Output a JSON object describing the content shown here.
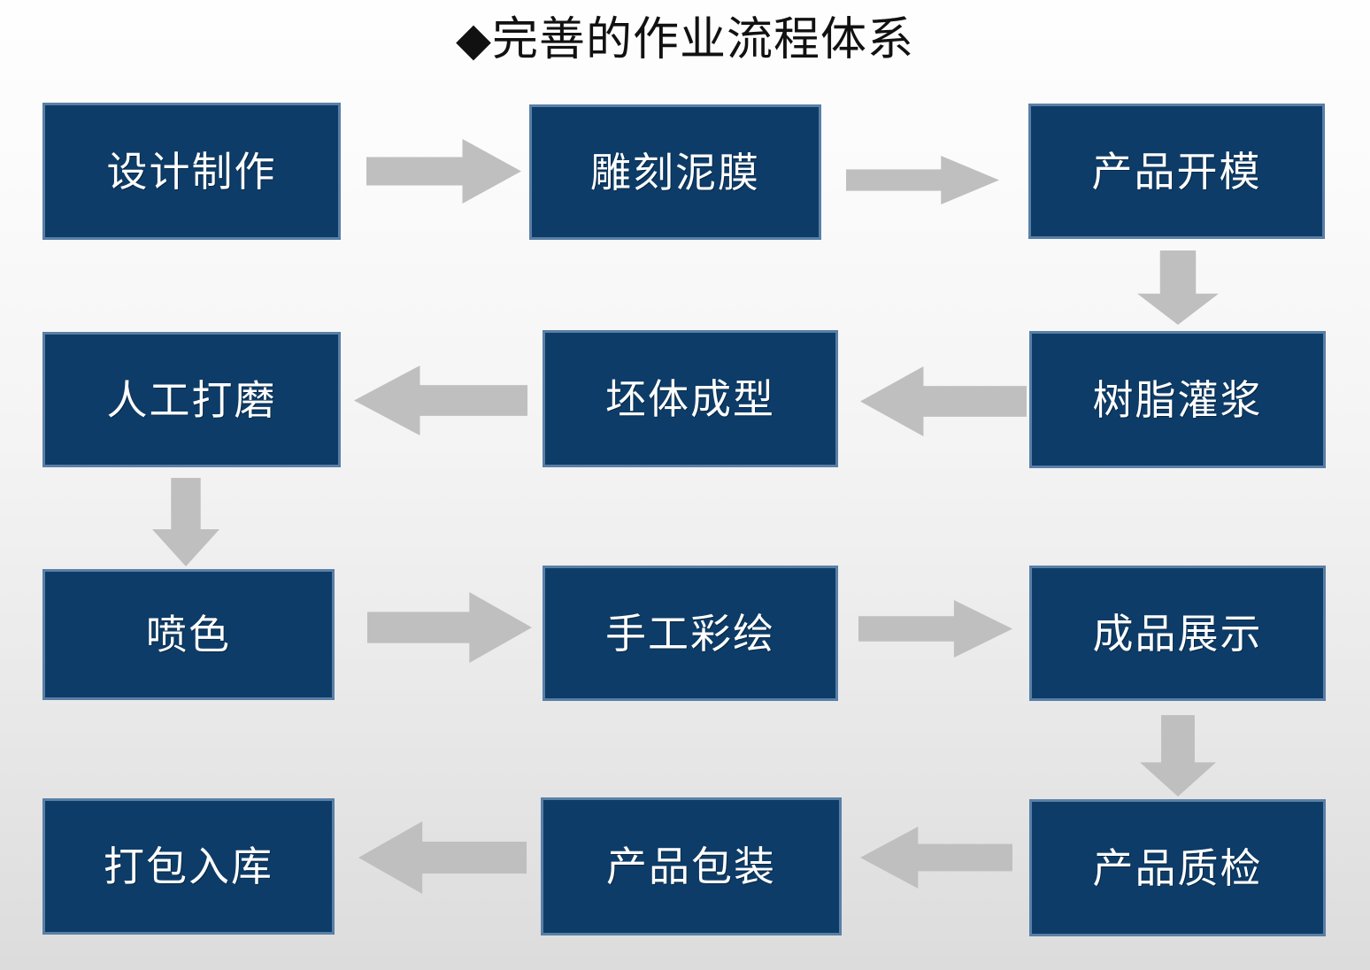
{
  "slide": {
    "title": "◆完善的作业流程体系",
    "title_bullet": "◆",
    "background_top_color": "#fefefe",
    "background_bottom_color": "#dcdcdc"
  },
  "theme": {
    "node_fill": "#0d3c68",
    "node_border": "#5a7fa6",
    "node_text": "#ffffff",
    "arrow_fill": "#bfbfbf",
    "title_color": "#111111"
  },
  "flow": {
    "nodes": [
      {
        "id": "n1",
        "label": "设计制作",
        "row": 1,
        "col": 1
      },
      {
        "id": "n2",
        "label": "雕刻泥膜",
        "row": 1,
        "col": 2
      },
      {
        "id": "n3",
        "label": "产品开模",
        "row": 1,
        "col": 3
      },
      {
        "id": "n4",
        "label": "人工打磨",
        "row": 2,
        "col": 1
      },
      {
        "id": "n5",
        "label": "坯体成型",
        "row": 2,
        "col": 2
      },
      {
        "id": "n6",
        "label": "树脂灌浆",
        "row": 2,
        "col": 3
      },
      {
        "id": "n7",
        "label": "喷色",
        "row": 3,
        "col": 1
      },
      {
        "id": "n8",
        "label": "手工彩绘",
        "row": 3,
        "col": 2
      },
      {
        "id": "n9",
        "label": "成品展示",
        "row": 3,
        "col": 3
      },
      {
        "id": "n10",
        "label": "打包入库",
        "row": 4,
        "col": 1
      },
      {
        "id": "n11",
        "label": "产品包装",
        "row": 4,
        "col": 2
      },
      {
        "id": "n12",
        "label": "产品质检",
        "row": 4,
        "col": 3
      }
    ],
    "connectors": [
      {
        "from": "n1",
        "to": "n2",
        "direction": "right"
      },
      {
        "from": "n2",
        "to": "n3",
        "direction": "right"
      },
      {
        "from": "n3",
        "to": "n6",
        "direction": "down"
      },
      {
        "from": "n6",
        "to": "n5",
        "direction": "left"
      },
      {
        "from": "n5",
        "to": "n4",
        "direction": "left"
      },
      {
        "from": "n4",
        "to": "n7",
        "direction": "down"
      },
      {
        "from": "n7",
        "to": "n8",
        "direction": "right"
      },
      {
        "from": "n8",
        "to": "n9",
        "direction": "right"
      },
      {
        "from": "n9",
        "to": "n12",
        "direction": "down"
      },
      {
        "from": "n12",
        "to": "n11",
        "direction": "left"
      },
      {
        "from": "n11",
        "to": "n10",
        "direction": "left"
      }
    ]
  }
}
